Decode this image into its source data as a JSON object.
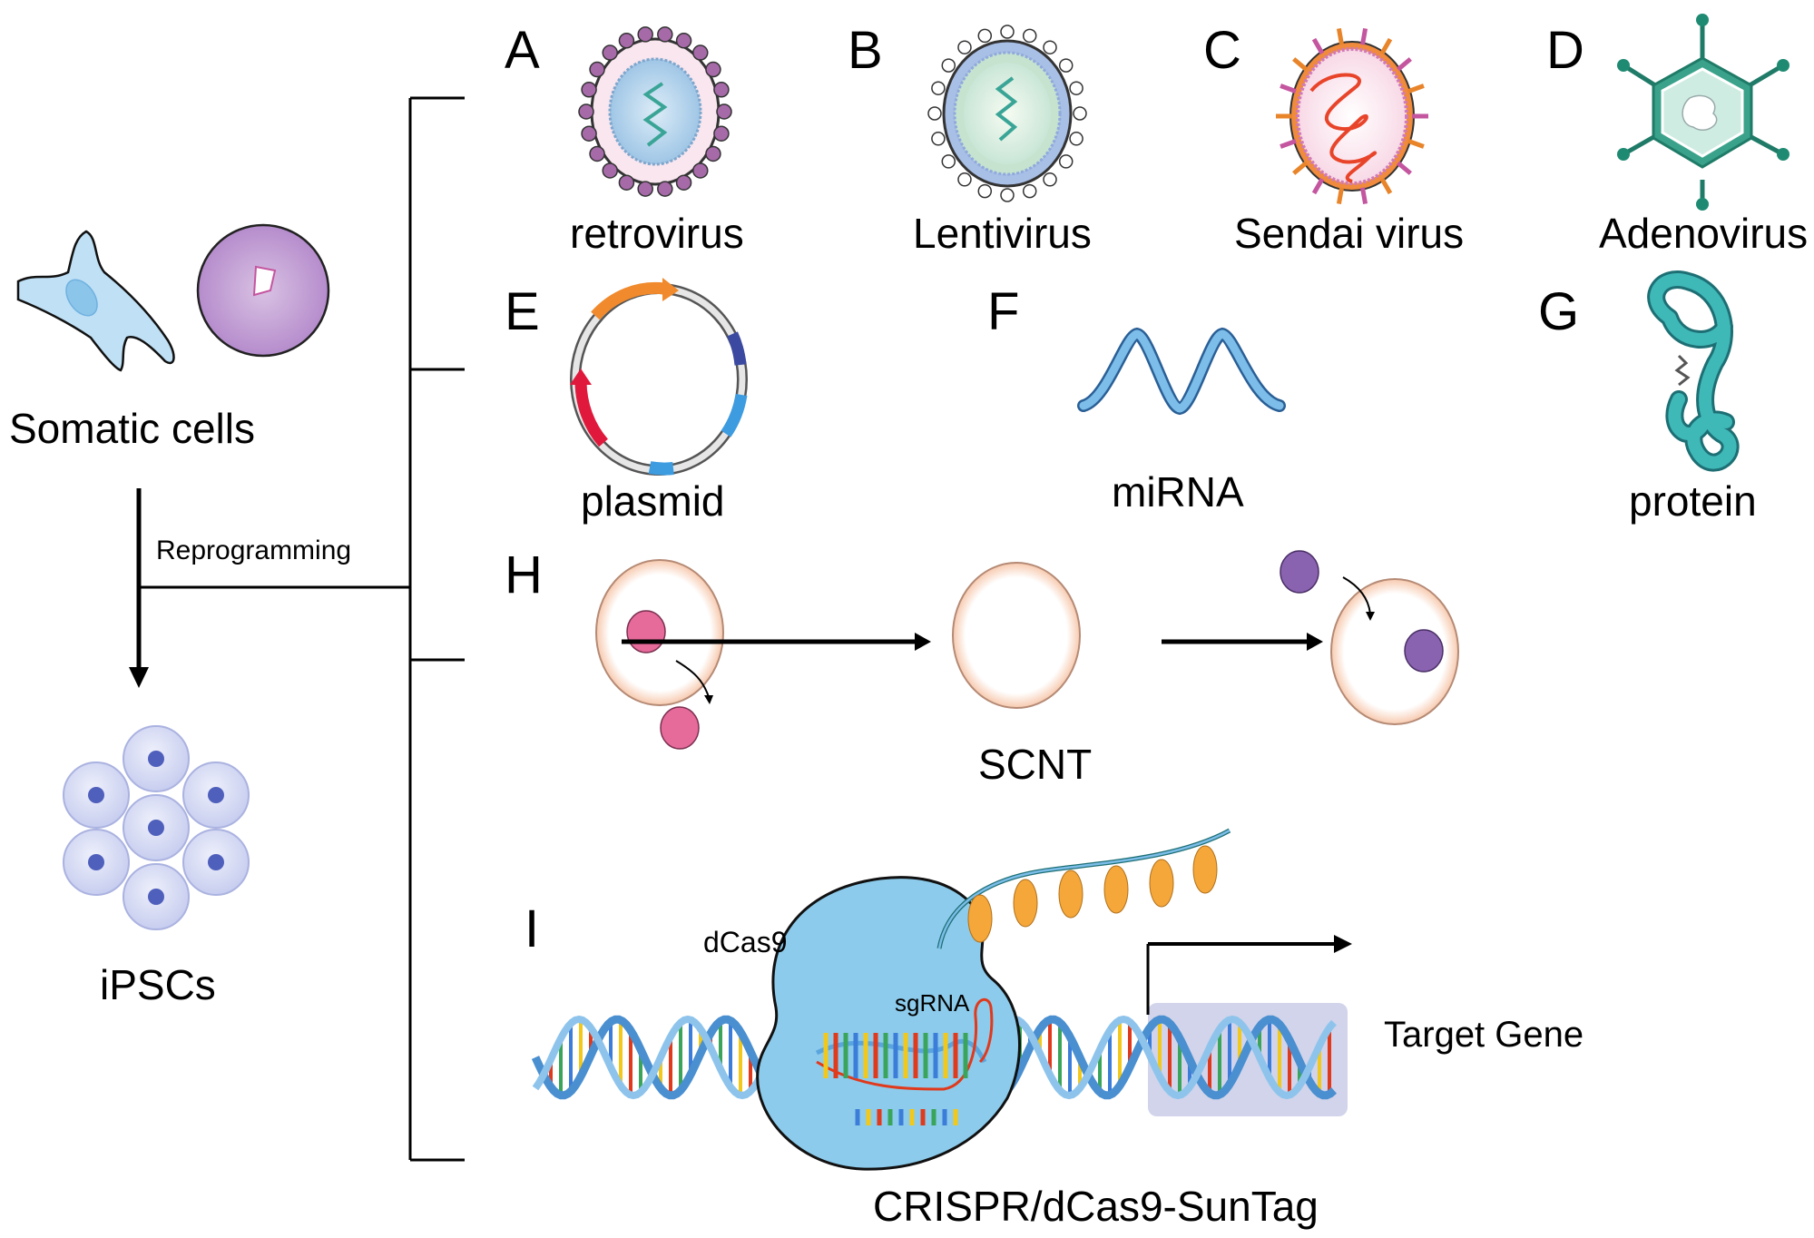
{
  "left": {
    "source_label": "Somatic cells",
    "process_label": "Reprogramming",
    "target_label": "iPSCs"
  },
  "panels": [
    {
      "letter": "A",
      "label": "retrovirus"
    },
    {
      "letter": "B",
      "label": "Lentivirus"
    },
    {
      "letter": "C",
      "label": "Sendai virus"
    },
    {
      "letter": "D",
      "label": "Adenovirus"
    },
    {
      "letter": "E",
      "label": "plasmid"
    },
    {
      "letter": "F",
      "label": "miRNA"
    },
    {
      "letter": "G",
      "label": "protein"
    },
    {
      "letter": "H",
      "label": "SCNT"
    },
    {
      "letter": "I",
      "label": "CRISPR/dCas9-SunTag"
    }
  ],
  "crispr": {
    "dcas9_label": "dCas9",
    "sgrna_label": "sgRNA",
    "target_gene_label": "Target Gene"
  },
  "colors": {
    "retrovirus": "#a66aa8",
    "lentivirus": "#8fa9dc",
    "sendai": "#f08a3c",
    "adenovirus": "#2a9a7f",
    "mirna": "#5aa5de",
    "protein": "#3fb8b8",
    "scnt_donor_nucleus": "#e66a9a",
    "scnt_new_nucleus": "#8a63b0",
    "dcas9": "#8ccbeb",
    "suntag": "#f5a73a"
  }
}
